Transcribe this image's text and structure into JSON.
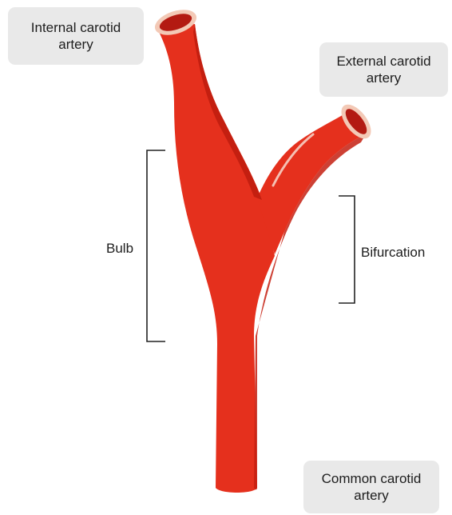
{
  "labels": {
    "internal_carotid": "Internal carotid\nartery",
    "external_carotid": "External carotid\nartery",
    "common_carotid": "Common carotid\nartery",
    "bulb": "Bulb",
    "bifurcation": "Bifurcation"
  },
  "colors": {
    "artery": "#e5301d",
    "artery_shadow": "#c41f10",
    "lumen": "#b31a12",
    "rim": "#f3c9b6",
    "label_bg": "#e9e9e9",
    "bracket": "#222222"
  }
}
